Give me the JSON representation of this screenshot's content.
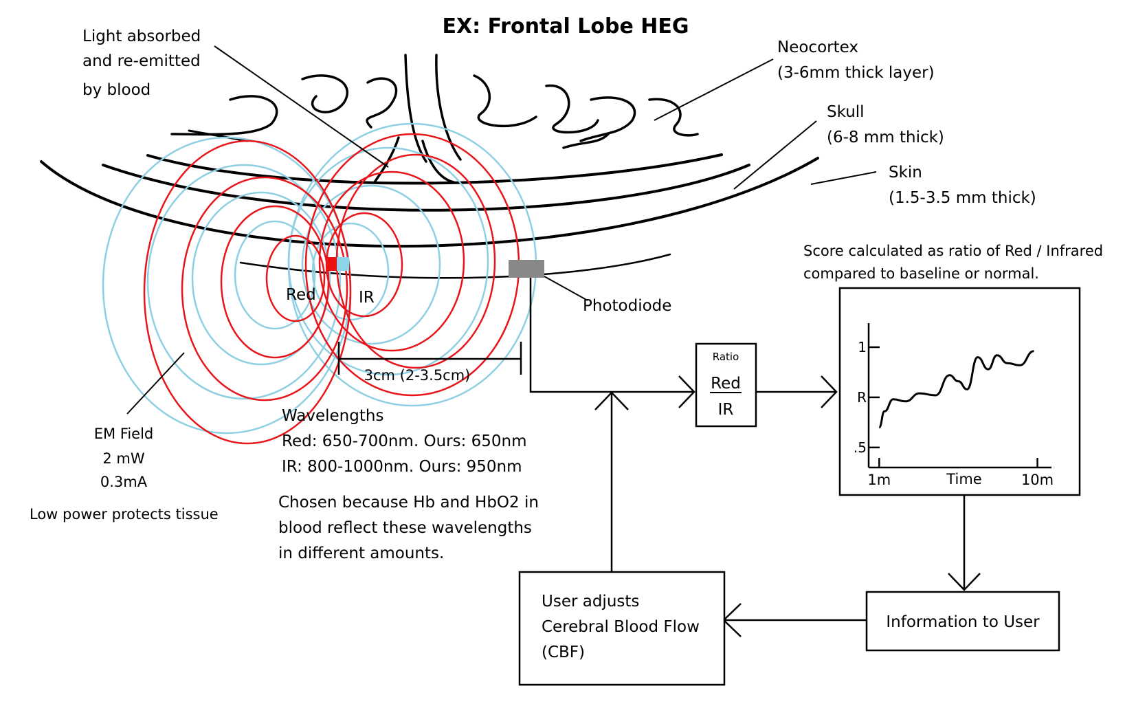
{
  "title": "EX: Frontal Lobe HEG",
  "labels": {
    "light": [
      "Light absorbed",
      "and re-emitted",
      "by blood"
    ],
    "neocortex": [
      "Neocortex",
      "(3-6mm thick layer)"
    ],
    "skull": [
      "Skull",
      "(6-8 mm thick)"
    ],
    "skin": [
      "Skin",
      "(1.5-3.5 mm thick)"
    ],
    "red": "Red",
    "ir": "IR",
    "photodiode": "Photodiode",
    "distance": "3cm (2-3.5cm)",
    "em_field": [
      "EM Field",
      "2 mW",
      "0.3mA"
    ],
    "low_power": "Low power protects tissue",
    "wavelengths": [
      "Wavelengths",
      "Red: 650-700nm. Ours: 650nm",
      "IR: 800-1000nm. Ours: 950nm"
    ],
    "chosen": [
      "Chosen because Hb and HbO2 in",
      "blood reflect these wavelengths",
      "in different amounts."
    ],
    "score": [
      "Score calculated as ratio of Red / Infrared",
      "compared to baseline or normal."
    ]
  },
  "ratio_box": {
    "heading": "Ratio",
    "numerator": "Red",
    "denominator": "IR"
  },
  "user_box": [
    "User adjusts",
    "Cerebral Blood Flow",
    "(CBF)"
  ],
  "info_box": "Information to User",
  "colors": {
    "red_emitter": "#ee1111",
    "ir_emitter": "#8fd3e8",
    "photodiode": "#888888",
    "red_field": "#e8151b",
    "ir_field": "#8ecfe3"
  },
  "chart_data": {
    "type": "line",
    "xlabel": "Time",
    "x_ticks": [
      "1m",
      "10m"
    ],
    "y_ticks": [
      "1",
      "R",
      ".5"
    ],
    "series": [
      {
        "x": [
          1,
          1.3,
          1.8,
          2.5,
          3.3,
          4.2,
          5,
          5.5,
          6,
          6.6,
          7.2,
          7.7,
          8.3,
          9,
          9.8
        ],
        "values": [
          0.6,
          0.68,
          0.74,
          0.73,
          0.77,
          0.76,
          0.86,
          0.83,
          0.79,
          0.95,
          0.89,
          0.96,
          0.92,
          0.91,
          0.98
        ]
      }
    ],
    "xlim": [
      0.4,
      10.8
    ],
    "ylim": [
      0.4,
      1.12
    ]
  }
}
